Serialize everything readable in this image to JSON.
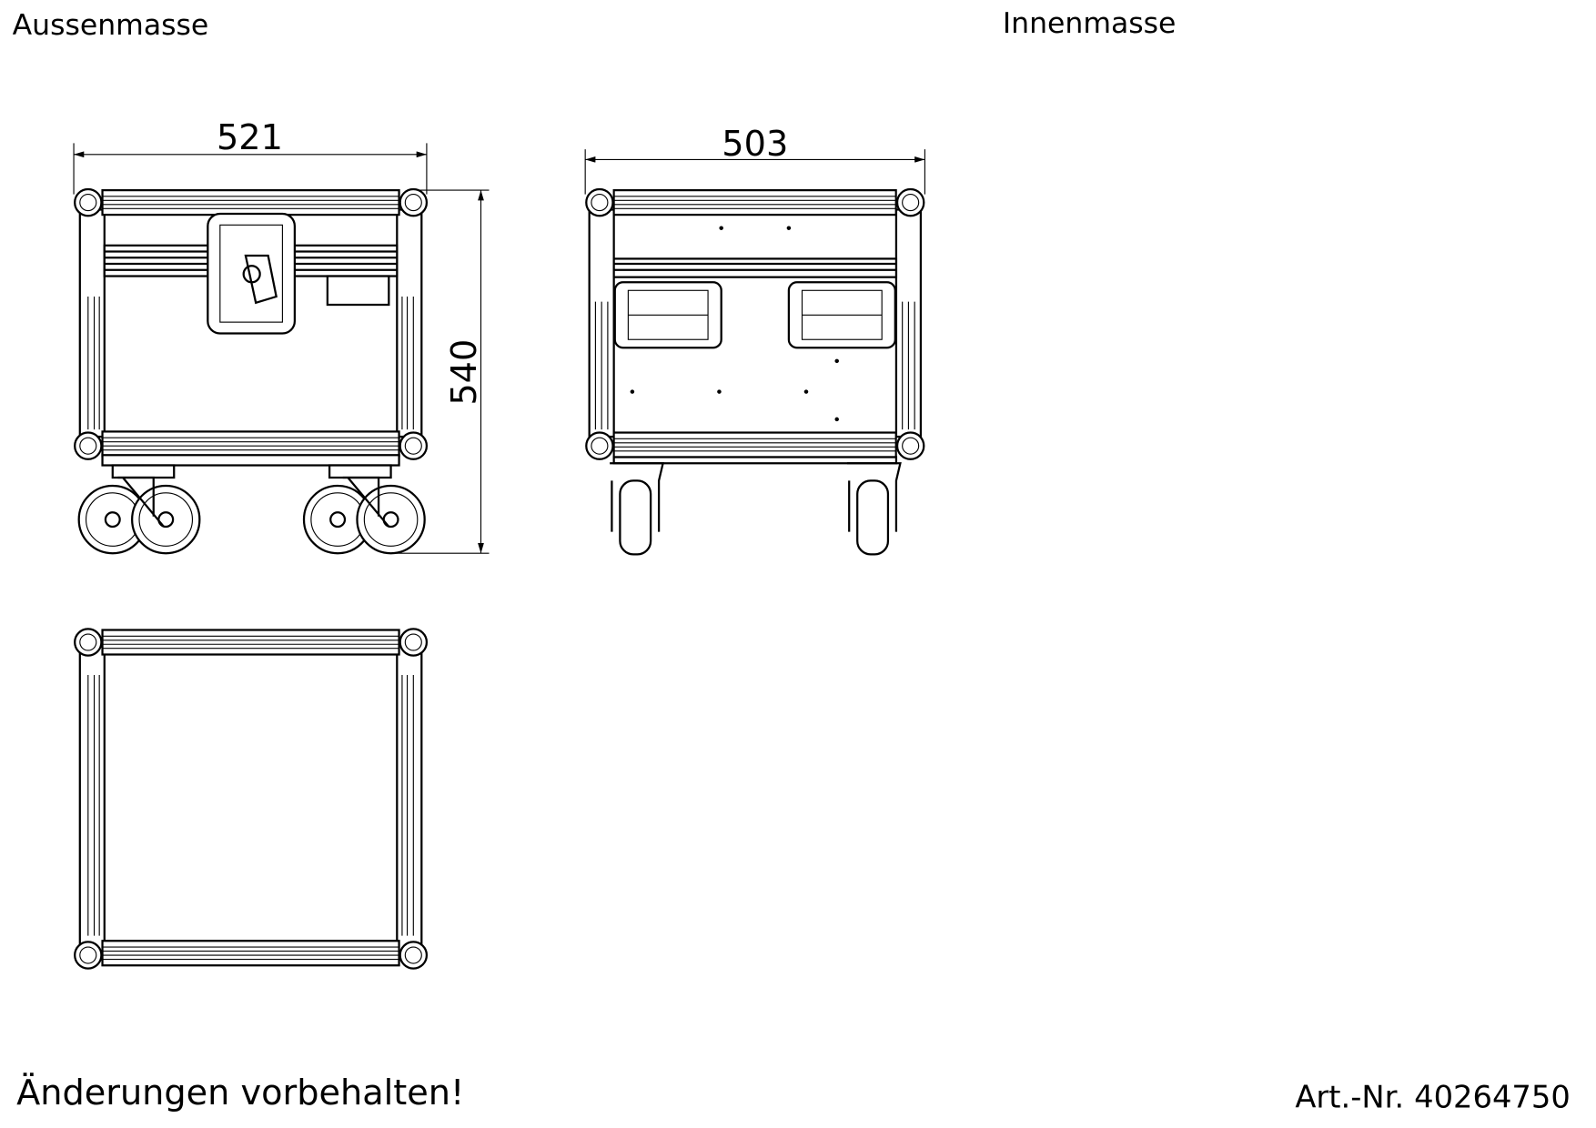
{
  "headings": {
    "outer": "Aussenmasse",
    "inner": "Innenmasse"
  },
  "dimensions": {
    "outer_width": "521",
    "outer_height": "540",
    "inner_width": "503"
  },
  "footer": {
    "disclaimer": "Änderungen vorbehalten!",
    "article_label": "Art.-Nr.",
    "article_number": "40264750"
  }
}
